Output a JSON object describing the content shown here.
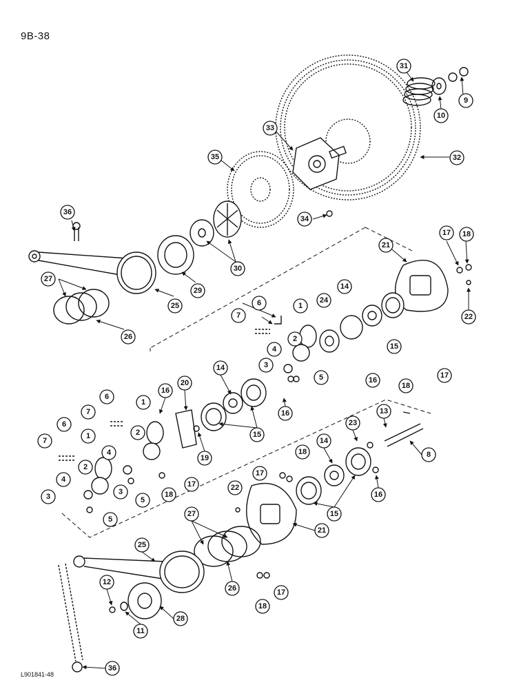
{
  "page_number": "9B-38",
  "document_code": "L901841-48",
  "callouts": [
    "31",
    "10",
    "9",
    "33",
    "32",
    "35",
    "34",
    "36",
    "30",
    "29",
    "25",
    "27",
    "26",
    "21",
    "17",
    "18",
    "22",
    "6",
    "7",
    "1",
    "24",
    "14",
    "2",
    "15",
    "4",
    "3",
    "5",
    "16",
    "20",
    "8",
    "13",
    "23",
    "19",
    "12",
    "11",
    "28"
  ]
}
